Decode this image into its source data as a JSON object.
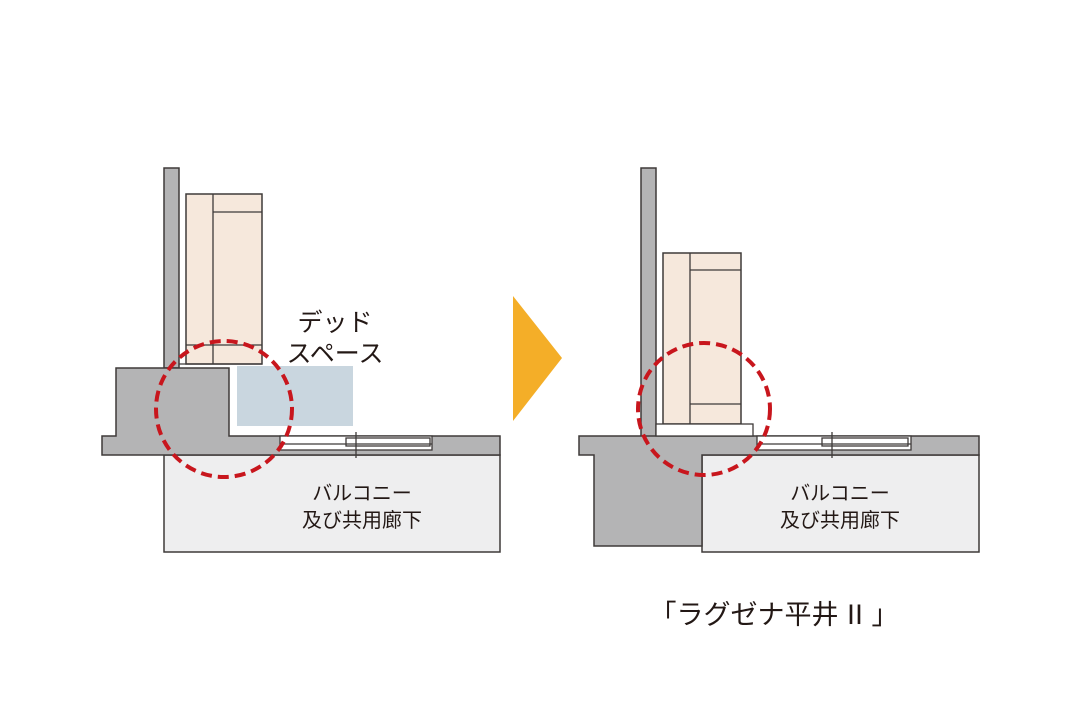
{
  "labels": {
    "dead_space_line1": "デッド",
    "dead_space_line2": "スペース",
    "balcony_left_line1": "バルコニー",
    "balcony_left_line2": "及び共用廊下",
    "balcony_right_line1": "バルコニー",
    "balcony_right_line2": "及び共用廊下",
    "caption": "「ラグゼナ平井 II 」"
  },
  "colors": {
    "concrete": "#b4b4b5",
    "outline": "#3e3a39",
    "floor_slab": "#eeeeef",
    "sash_fill": "#f6e8dc",
    "dead_space": "#c9d6df",
    "highlight_circle": "#c8161d",
    "arrow": "#f4ae28"
  },
  "icons": {
    "arrow": "right-triangle-arrow-icon"
  }
}
